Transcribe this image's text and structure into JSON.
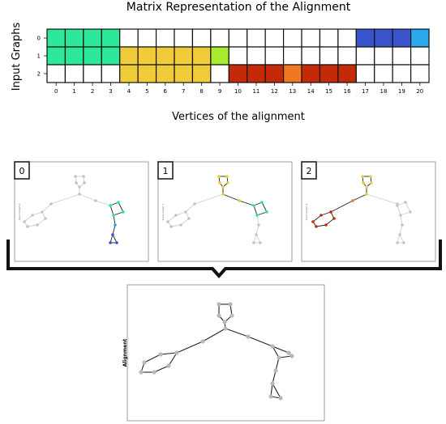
{
  "matrix": {
    "title": "Matrix Representation of the Alignment",
    "ylabel": "Input Graphs",
    "xlabel": "Vertices of the alignment",
    "row_labels": [
      "0",
      "1",
      "2"
    ],
    "col_labels": [
      "0",
      "1",
      "2",
      "3",
      "4",
      "5",
      "6",
      "7",
      "8",
      "9",
      "10",
      "11",
      "12",
      "13",
      "14",
      "15",
      "16",
      "17",
      "18",
      "19",
      "20"
    ],
    "cells": [
      [
        "#2ee89a",
        "#2ee89a",
        "#2ee89a",
        "#2ee89a",
        "#ffffff",
        "#ffffff",
        "#ffffff",
        "#ffffff",
        "#ffffff",
        "#ffffff",
        "#ffffff",
        "#ffffff",
        "#ffffff",
        "#ffffff",
        "#ffffff",
        "#ffffff",
        "#ffffff",
        "#3a54cc",
        "#3a54cc",
        "#3a54cc",
        "#2aa8ee"
      ],
      [
        "#2ee89a",
        "#2ee89a",
        "#2ee89a",
        "#2ee89a",
        "#f0cc3a",
        "#f0cc3a",
        "#f0cc3a",
        "#f0cc3a",
        "#f0cc3a",
        "#a8ec2e",
        "#ffffff",
        "#ffffff",
        "#ffffff",
        "#ffffff",
        "#ffffff",
        "#ffffff",
        "#ffffff",
        "#ffffff",
        "#ffffff",
        "#ffffff",
        "#ffffff"
      ],
      [
        "#ffffff",
        "#ffffff",
        "#ffffff",
        "#ffffff",
        "#f0cc3a",
        "#f0cc3a",
        "#f0cc3a",
        "#f0cc3a",
        "#f0cc3a",
        "#ffffff",
        "#c42a08",
        "#c42a08",
        "#c42a08",
        "#f07820",
        "#c42a08",
        "#c42a08",
        "#c42a08",
        "#ffffff",
        "#ffffff",
        "#ffffff",
        "#ffffff"
      ]
    ]
  },
  "panels": [
    {
      "label": "0",
      "side_label": "Input Graph 0"
    },
    {
      "label": "1",
      "side_label": "Input Graph 1"
    },
    {
      "label": "2",
      "side_label": "Input Graph 2"
    }
  ],
  "alignment_panel": {
    "side_label": "Alignment"
  },
  "colors": {
    "gray_node": "#bbbbbb",
    "gray_edge": "#cccccc",
    "dark_edge": "#222222"
  }
}
